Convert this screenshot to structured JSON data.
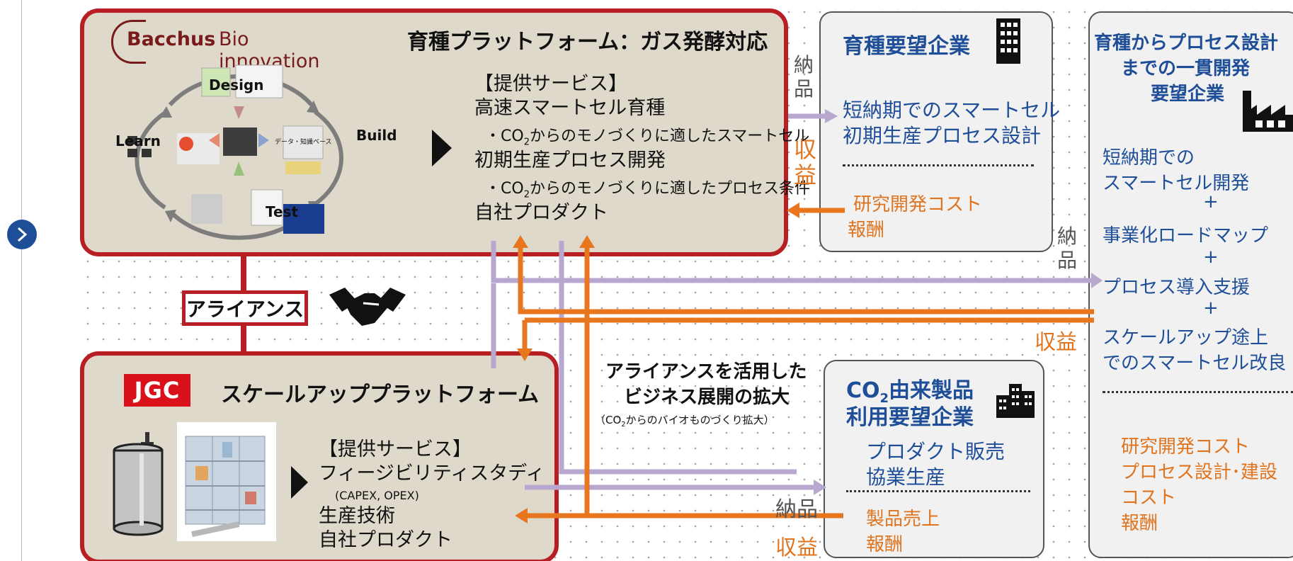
{
  "bacchus": {
    "logo_word1": "Bacchus",
    "logo_word2": "Bio innovation",
    "title": "育種プラットフォーム：ガス発酵対応",
    "cycle": {
      "design": "Design",
      "build": "Build",
      "test": "Test",
      "learn": "Learn",
      "db_label": "データ・知識ベース"
    },
    "services_heading": "【提供サービス】",
    "service1": "高速スマートセル育種",
    "service1_sub_pre": "・CO",
    "service1_sub_post": "からのモノづくりに適したスマートセル",
    "service2": "初期生産プロセス開発",
    "service2_sub_pre": "・CO",
    "service2_sub_post": "からのモノづくりに適したプロセス条件",
    "service3": "自社プロダクト"
  },
  "co2_subscript": "2",
  "jgc": {
    "logo": "JGC",
    "title": "スケールアッププラットフォーム",
    "services_heading": "【提供サービス】",
    "service1": "フィージビリティスタディ",
    "service1_sub": "(CAPEX, OPEX)",
    "service2": "生産技術",
    "service3": "自社プロダクト"
  },
  "alliance": {
    "label": "アライアンス",
    "expansion_line1": "アライアンスを活用した",
    "expansion_line2": "ビジネス展開の拡大",
    "expansion_sub_pre": "（CO",
    "expansion_sub_post": "からのバイオものづくり拡大）"
  },
  "ikusei": {
    "title": "育種要望企業",
    "deliverable1": "短納期でのスマートセル",
    "deliverable2": "初期生産プロセス設計",
    "revenue1": "研究開発コスト",
    "revenue2": "報酬"
  },
  "co2_company": {
    "title_pre": "CO",
    "title_post": "由来製品",
    "title_line2": "利用要望企業",
    "deliverable1": "プロダクト販売",
    "deliverable2": "協業生産",
    "revenue1": "製品売上",
    "revenue2": "報酬"
  },
  "ikkan": {
    "title1": "育種からプロセス設計",
    "title2": "までの一貫開発",
    "title3": "要望企業",
    "item1a": "短納期での",
    "item1b": "スマートセル開発",
    "plus1": "+",
    "item2": "事業化ロードマップ",
    "plus2": "+",
    "item3": "プロセス導入支援",
    "plus3": "+",
    "item4a": "スケールアップ途上",
    "item4b": "でのスマートセル改良",
    "rev1": "研究開発コスト",
    "rev2": "プロセス設計･建設",
    "rev3": "コスト",
    "rev4": "報酬"
  },
  "flows": {
    "nouhin1_a": "納",
    "nouhin1_b": "品",
    "shueki1_a": "収",
    "shueki1_b": "益",
    "nouhin2_a": "納",
    "nouhin2_b": "品",
    "shueki2": "収益",
    "nouhin3": "納品",
    "shueki3": "収益"
  },
  "colors": {
    "platform_border": "#b81f25",
    "platform_fill": "#ded9ca",
    "client_title": "#1f4e99",
    "revenue": "#e0741f",
    "delivery_arrow": "#b8a8d0",
    "revenue_arrow": "#e8761e"
  },
  "icons": [
    "chevron-right-icon",
    "building-icon",
    "office-buildings-icon",
    "factory-icon",
    "handshake-icon",
    "play-triangle-icon",
    "tank-icon"
  ]
}
